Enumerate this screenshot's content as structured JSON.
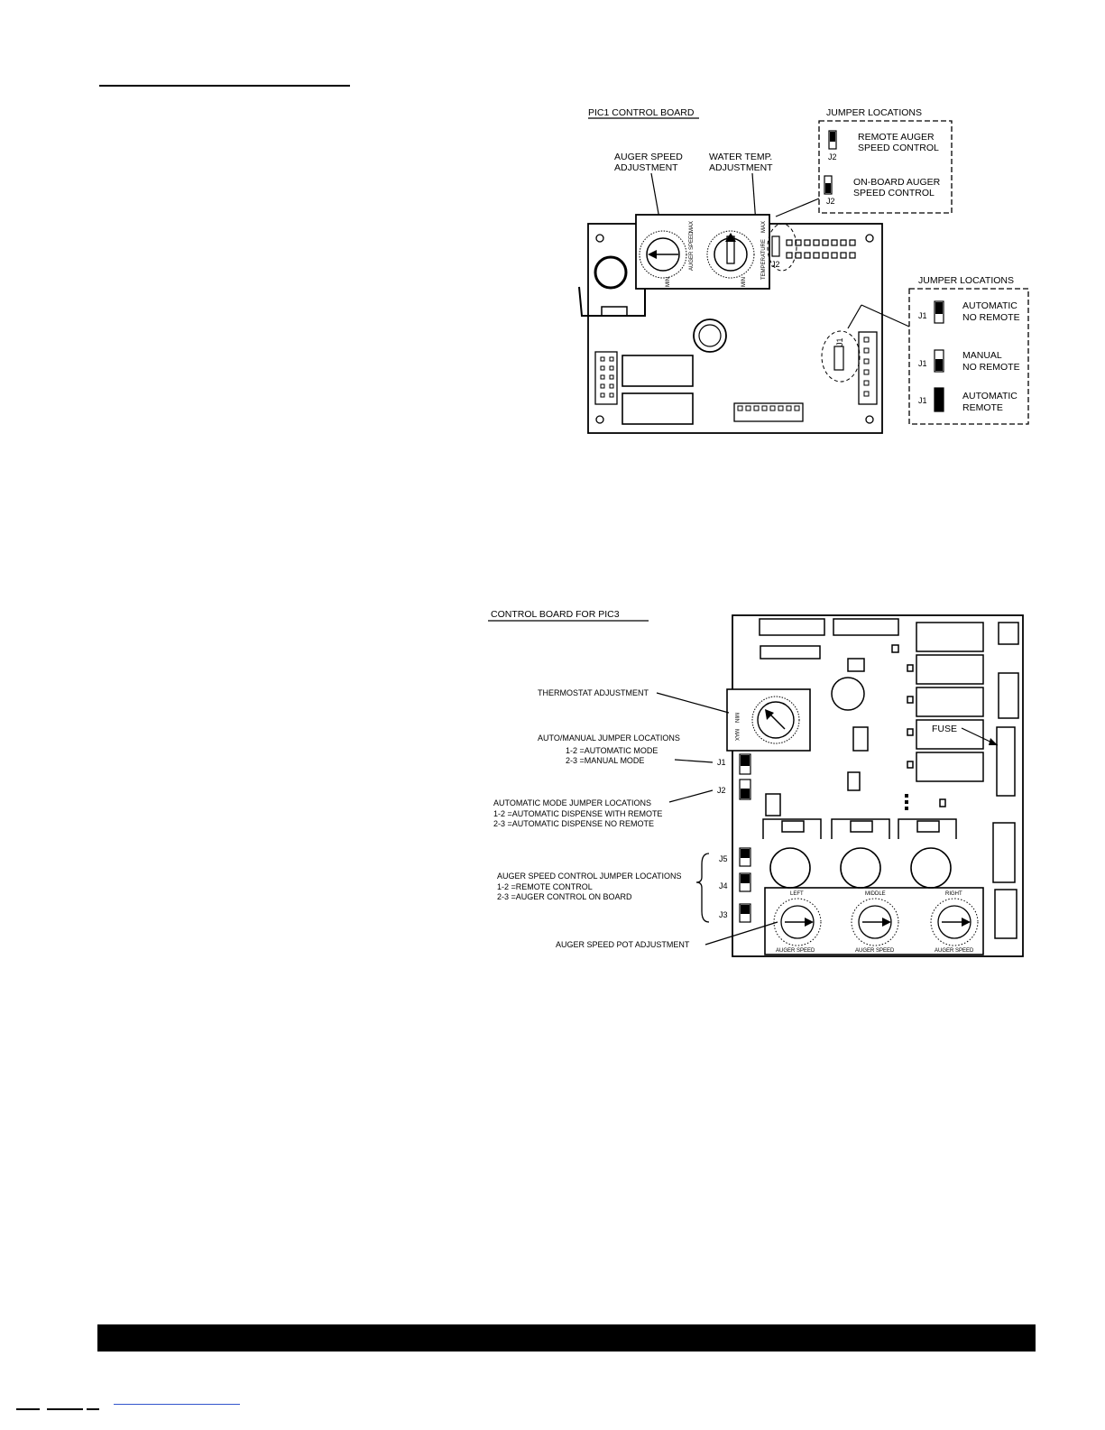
{
  "pic1": {
    "title": "PIC1 CONTROL BOARD",
    "auger_speed_label": [
      "AUGER SPEED",
      "ADJUSTMENT"
    ],
    "water_temp_label": [
      "WATER TEMP.",
      "ADJUSTMENT"
    ],
    "pot_min": "MIN",
    "pot_max": "MAX",
    "auger_speed_pot_text": "AUGER SPEED",
    "temperature_pot_text": "TEMPERATURE",
    "jumper_j2_header": "JUMPER LOCATIONS",
    "j2_label": "J2",
    "j2_remote": [
      "REMOTE AUGER",
      "SPEED CONTROL"
    ],
    "j2_onboard": [
      "ON-BOARD AUGER",
      "SPEED CONTROL"
    ],
    "jumper_j1_header": "JUMPER LOCATIONS",
    "j1_label": "J1",
    "j1_options": [
      [
        "AUTOMATIC",
        "NO REMOTE"
      ],
      [
        "MANUAL",
        "NO REMOTE"
      ],
      [
        "AUTOMATIC",
        "REMOTE"
      ]
    ]
  },
  "pic3": {
    "title": "CONTROL BOARD FOR PIC3",
    "thermostat_label": "THERMOSTAT ADJUSTMENT",
    "auto_manual": {
      "header": "AUTO/MANUAL JUMPER LOCATIONS",
      "line1": "1-2 =AUTOMATIC MODE",
      "line2": "2-3 =MANUAL MODE"
    },
    "automatic_mode": {
      "header": "AUTOMATIC MODE JUMPER LOCATIONS",
      "line1": "1-2 =AUTOMATIC DISPENSE WITH REMOTE",
      "line2": "2-3 =AUTOMATIC DISPENSE NO REMOTE"
    },
    "auger_control": {
      "header": "AUGER SPEED CONTROL JUMPER LOCATIONS",
      "line1": "1-2 =REMOTE CONTROL",
      "line2": "2-3 =AUGER CONTROL ON BOARD"
    },
    "pot_adjustment_label": "AUGER SPEED POT ADJUSTMENT",
    "fuse_label": "FUSE",
    "jumper_labels": [
      "J1",
      "J2",
      "J5",
      "J4",
      "J3"
    ],
    "pot_min": "MIN",
    "pot_max": "MAX",
    "pot_positions": [
      "LEFT",
      "MIDDLE",
      "RIGHT"
    ],
    "pot_caption": "AUGER SPEED"
  }
}
